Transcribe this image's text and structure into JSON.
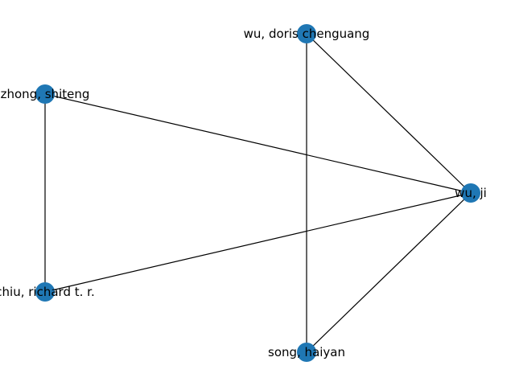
{
  "graph": {
    "node_color": "#1f77b4",
    "edge_color": "#000000",
    "nodes": [
      {
        "id": "n1",
        "label": "wu, doris chenguang"
      },
      {
        "id": "n2",
        "label": "zhong, shiteng"
      },
      {
        "id": "n3",
        "label": "wu, ji"
      },
      {
        "id": "n4",
        "label": "chiu, richard t. r."
      },
      {
        "id": "n5",
        "label": "song, haiyan"
      }
    ],
    "edges": [
      {
        "source": "n1",
        "target": "n3"
      },
      {
        "source": "n1",
        "target": "n5"
      },
      {
        "source": "n2",
        "target": "n3"
      },
      {
        "source": "n2",
        "target": "n4"
      },
      {
        "source": "n4",
        "target": "n3"
      },
      {
        "source": "n5",
        "target": "n3"
      }
    ]
  }
}
